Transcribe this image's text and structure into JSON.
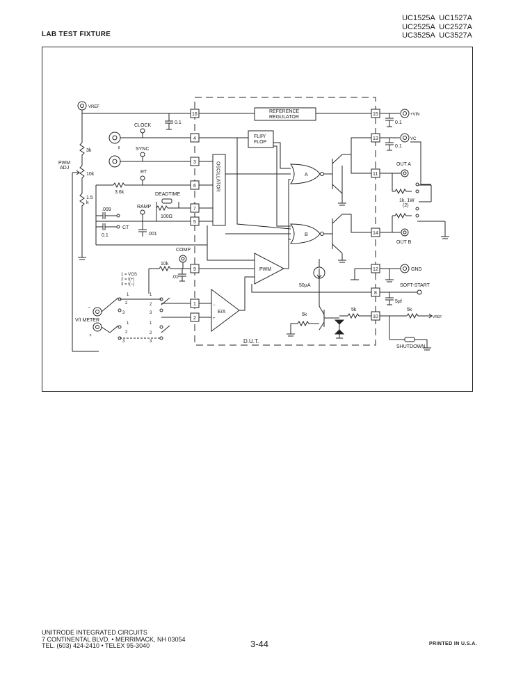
{
  "header": {
    "section_title": "LAB TEST FIXTURE",
    "part_numbers": [
      "UC1525A  UC1527A",
      "UC2525A  UC2527A",
      "UC3525A  UC3527A"
    ]
  },
  "schematic": {
    "dut_label": "D.U.T.",
    "blocks": {
      "reference_regulator": [
        "REFERENCE",
        "REGULATOR"
      ],
      "flip_flop": [
        "FLIP/",
        "FLOP"
      ],
      "oscillator": "OSCILLATOR",
      "gate_a": "A",
      "gate_b": "B",
      "pwm": "PWM",
      "error_amp": "E/A"
    },
    "pins": [
      "16",
      "4",
      "3",
      "6",
      "7",
      "5",
      "9",
      "1",
      "2",
      "15",
      "13",
      "11",
      "14",
      "12",
      "8",
      "10"
    ],
    "terminals": {
      "vref": "VREF",
      "vin": "+VIN",
      "vc": "VC",
      "out_a": "OUT A",
      "out_b": "OUT B",
      "gnd": "GND",
      "soft_start": "SOFT-START",
      "shutdown": "SHUTDOWN",
      "vref_right": "VREF",
      "vi_meter": "V/I METER",
      "comp": "COMP",
      "clock": "CLOCK",
      "sync": "SYNC",
      "rt": "RT",
      "ramp": "RAMP",
      "deadtime": "DEADTIME",
      "pwm_adj": [
        "PWM",
        "ADJ"
      ],
      "ct": "CT"
    },
    "components": {
      "r_3k": "3k",
      "r_10k_pot": "10k",
      "r_1_5k": [
        "1.5",
        "k"
      ],
      "r_3_6k": "3.6k",
      "r_100": "100Ω",
      "c_0_1_vref": "0.1",
      "c_009": ".009",
      "c_0_1_ct": "0.1",
      "c_001": ".001",
      "r_10k_comp": "10k",
      "c_01": ".01",
      "c_0_1_vin": "0.1",
      "c_0_1_vc": "0.1",
      "r_1k_1w": [
        "1k, 1W",
        "(2)"
      ],
      "i_50ua": "50µA",
      "c_5uf": "5µf",
      "r_5k_a": "5k",
      "r_5k_b": "5k",
      "r_5k_c": "5k"
    },
    "switch_legend": [
      "1 = VOS",
      "2 = I(+)",
      "3 = I(−)"
    ],
    "switch_positions": [
      "1",
      "2",
      "3",
      "1",
      "2",
      "3",
      "1",
      "2",
      "3",
      "1",
      "2",
      "3"
    ],
    "polarity": [
      "−",
      "+",
      "−",
      "+"
    ]
  },
  "footer": {
    "company_lines": [
      "UNITRODE INTEGRATED CIRCUITS",
      "7 CONTINENTAL BLVD. • MERRIMACK, NH 03054",
      "TEL. (603) 424-2410 • TELEX 95-3040"
    ],
    "page_number": "3-44",
    "printed": "PRINTED IN U.S.A."
  }
}
